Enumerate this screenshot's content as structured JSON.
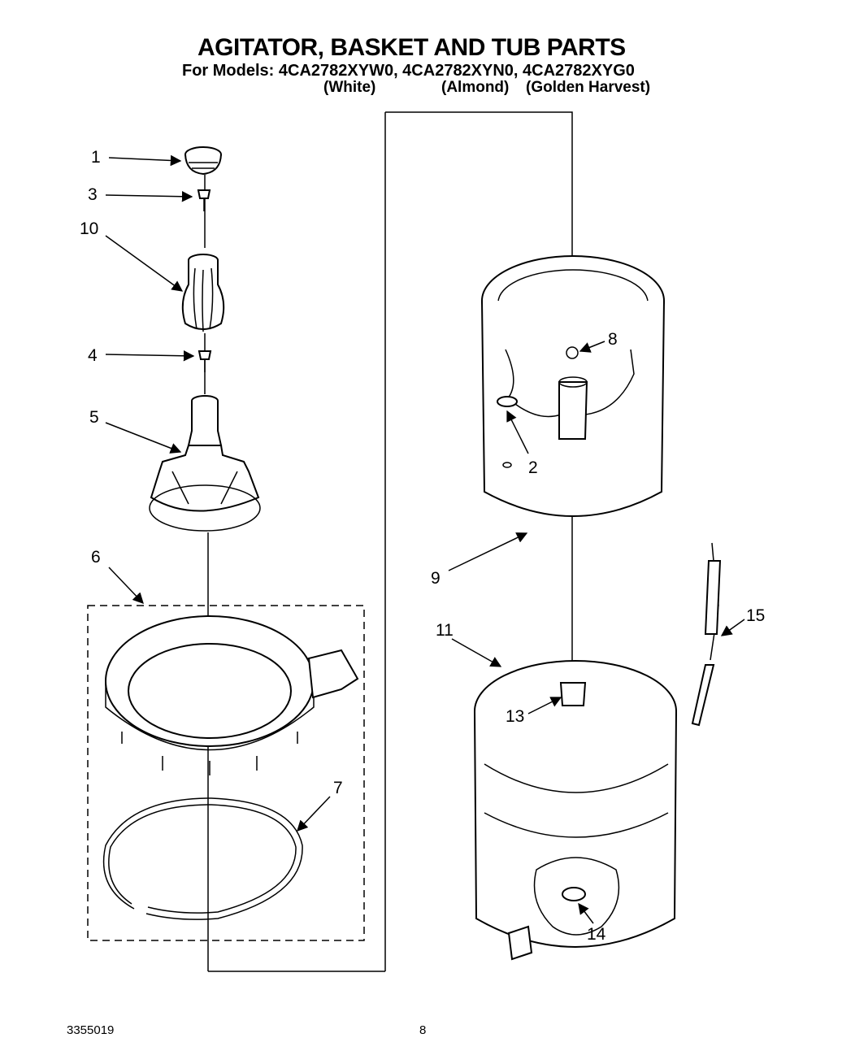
{
  "header": {
    "title": "AGITATOR, BASKET AND TUB PARTS",
    "models_line": "For Models: 4CA2782XYW0, 4CA2782XYN0, 4CA2782XYG0",
    "variants": [
      "(White)",
      "(Almond)",
      "(Golden Harvest)"
    ]
  },
  "callouts": [
    "1",
    "3",
    "10",
    "4",
    "5",
    "6",
    "7",
    "8",
    "2",
    "9",
    "11",
    "13",
    "14",
    "15"
  ],
  "footer": {
    "doc_number": "3355019",
    "page_number": "8"
  }
}
